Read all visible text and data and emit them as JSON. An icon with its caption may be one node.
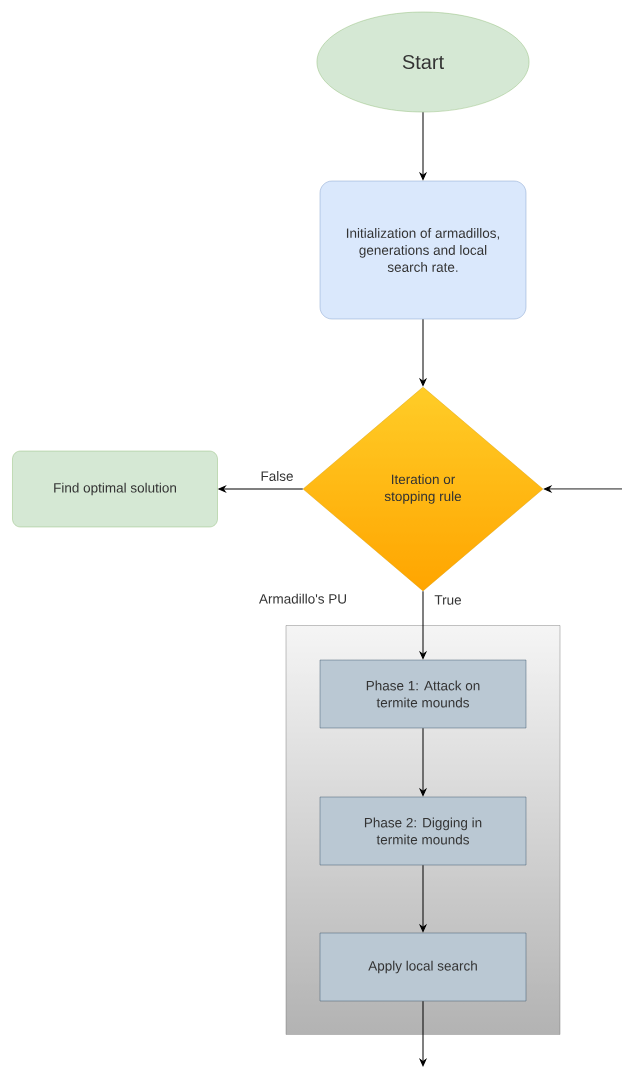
{
  "diagram": {
    "nodes": [
      {
        "text": [
          "Start"
        ]
      },
      {
        "text": [
          "Initialization of armadillos, generations and local search rate."
        ]
      },
      {
        "text": [
          "Iteration or stopping rule"
        ]
      },
      {
        "text": [
          "Find optimal solution"
        ]
      },
      {
        "text": [
          "Armadillo's PU"
        ]
      },
      {
        "text": [
          "Phase 1: Attack on termite mounds"
        ],
        "in": 4
      },
      {
        "text": [
          "Phase 2: Digging in termite mounds"
        ],
        "in": 4
      },
      {
        "text": [
          "Apply local search"
        ],
        "in": 4
      }
    ],
    "edges": [
      {
        "from": 0,
        "to": 1,
        "arrow": "to"
      },
      {
        "from": 1,
        "to": 2,
        "arrow": "to"
      },
      {
        "from": 2,
        "to": 3,
        "arrow": "to",
        "label": "False"
      },
      {
        "from": 2,
        "to": 5,
        "arrow": "to",
        "label": "True"
      },
      {
        "from": 5,
        "to": 6,
        "arrow": "to"
      },
      {
        "from": 6,
        "to": 7,
        "arrow": "to"
      },
      {
        "from": 7,
        "to": null,
        "arrow": "to"
      },
      {
        "from": null,
        "to": 2,
        "arrow": "to"
      }
    ]
  }
}
